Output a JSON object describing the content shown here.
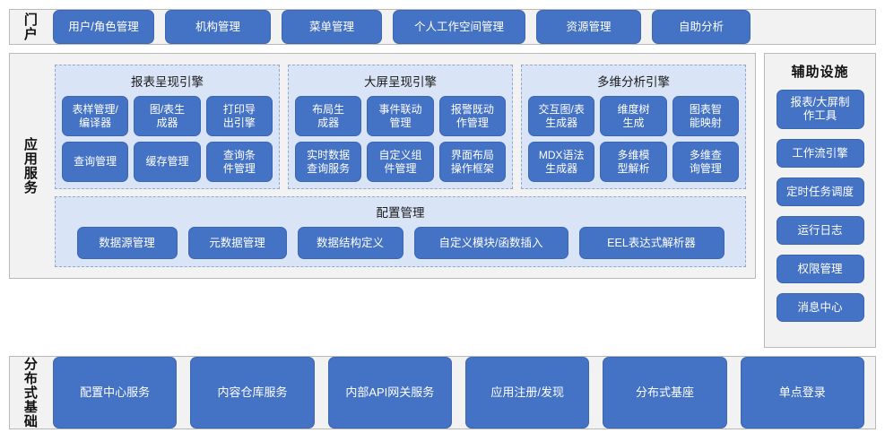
{
  "portal": {
    "label": "门户",
    "items": [
      {
        "name": "user-role-management",
        "label": "用户/角色管理",
        "w": "p-w1"
      },
      {
        "name": "org-management",
        "label": "机构管理",
        "w": "p-w2"
      },
      {
        "name": "menu-management",
        "label": "菜单管理",
        "w": "p-w3"
      },
      {
        "name": "personal-workspace-management",
        "label": "个人工作空间管理",
        "w": "p-w4"
      },
      {
        "name": "resource-management",
        "label": "资源管理",
        "w": "p-w5"
      },
      {
        "name": "self-service-analysis",
        "label": "自助分析",
        "w": "p-w6"
      }
    ]
  },
  "app_services": {
    "label": "应用服务",
    "engines": [
      {
        "name": "report-rendering-engine",
        "title": "报表呈现引擎",
        "items": [
          {
            "name": "form-template-management-compiler",
            "label": "表样管理/\n编译器"
          },
          {
            "name": "chart-table-generator",
            "label": "图/表生\n成器"
          },
          {
            "name": "print-export-engine",
            "label": "打印导\n出引擎"
          },
          {
            "name": "query-management",
            "label": "查询管理"
          },
          {
            "name": "cache-management",
            "label": "缓存管理"
          },
          {
            "name": "query-condition-management",
            "label": "查询条\n件管理"
          }
        ]
      },
      {
        "name": "large-screen-rendering-engine",
        "title": "大屏呈现引擎",
        "items": [
          {
            "name": "layout-generator",
            "label": "布局生\n成器"
          },
          {
            "name": "event-linkage-management",
            "label": "事件联动\n管理"
          },
          {
            "name": "alarm-action-management",
            "label": "报警既动\n作管理"
          },
          {
            "name": "realtime-data-query-service",
            "label": "实时数据\n查询服务"
          },
          {
            "name": "custom-component-management",
            "label": "自定义组\n件管理"
          },
          {
            "name": "ui-layout-operation-framework",
            "label": "界面布局\n操作框架"
          }
        ]
      },
      {
        "name": "multidimensional-analysis-engine",
        "title": "多维分析引擎",
        "items": [
          {
            "name": "interactive-chart-table-generator",
            "label": "交互图/表\n生成器"
          },
          {
            "name": "dimension-tree-generation",
            "label": "维度树\n生成"
          },
          {
            "name": "chart-smart-mapping",
            "label": "图表智\n能映射"
          },
          {
            "name": "mdx-syntax-generator",
            "label": "MDX语法\n生成器"
          },
          {
            "name": "multidimensional-model-parsing",
            "label": "多维模\n型解析"
          },
          {
            "name": "multidimensional-query-management",
            "label": "多维查\n询管理"
          }
        ]
      }
    ],
    "config": {
      "name": "configuration-management",
      "title": "配置管理",
      "items": [
        {
          "name": "datasource-management",
          "label": "数据源管理",
          "w": "c-w1"
        },
        {
          "name": "metadata-management",
          "label": "元数据管理",
          "w": "c-w2"
        },
        {
          "name": "data-structure-definition",
          "label": "数据结构定义",
          "w": "c-w3"
        },
        {
          "name": "custom-module-function-insert",
          "label": "自定义模块/函数插入",
          "w": "c-w4"
        },
        {
          "name": "eel-expression-parser",
          "label": "EEL表达式解析器",
          "w": "c-w5"
        }
      ]
    }
  },
  "aux": {
    "title": "辅助设施",
    "items": [
      {
        "name": "report-large-screen-authoring-tool",
        "label": "报表/大屏制\n作工具",
        "tall": true
      },
      {
        "name": "workflow-engine",
        "label": "工作流引擎",
        "tall": false
      },
      {
        "name": "scheduled-task-scheduler",
        "label": "定时任务调度",
        "tall": false
      },
      {
        "name": "runtime-log",
        "label": "运行日志",
        "tall": false
      },
      {
        "name": "permission-management",
        "label": "权限管理",
        "tall": false
      },
      {
        "name": "message-center",
        "label": "消息中心",
        "tall": false
      }
    ]
  },
  "base": {
    "label": "分布式基础",
    "items": [
      {
        "name": "config-center-service",
        "label": "配置中心服务"
      },
      {
        "name": "content-repository-service",
        "label": "内容仓库服务"
      },
      {
        "name": "internal-api-gateway-service",
        "label": "内部API网关服务"
      },
      {
        "name": "app-registration-discovery",
        "label": "应用注册/发现"
      },
      {
        "name": "distributed-foundation",
        "label": "分布式基座"
      },
      {
        "name": "single-sign-on",
        "label": "单点登录"
      }
    ]
  },
  "colors": {
    "button_fill": "#4472c4",
    "button_border": "#3c66b0",
    "panel_bg": "#f2f2f2",
    "panel_border": "#b9b9b9",
    "engine_bg": "#d9e4f7",
    "engine_border": "#8fa8cc",
    "text_light": "#ffffff",
    "text_dark": "#111111"
  }
}
